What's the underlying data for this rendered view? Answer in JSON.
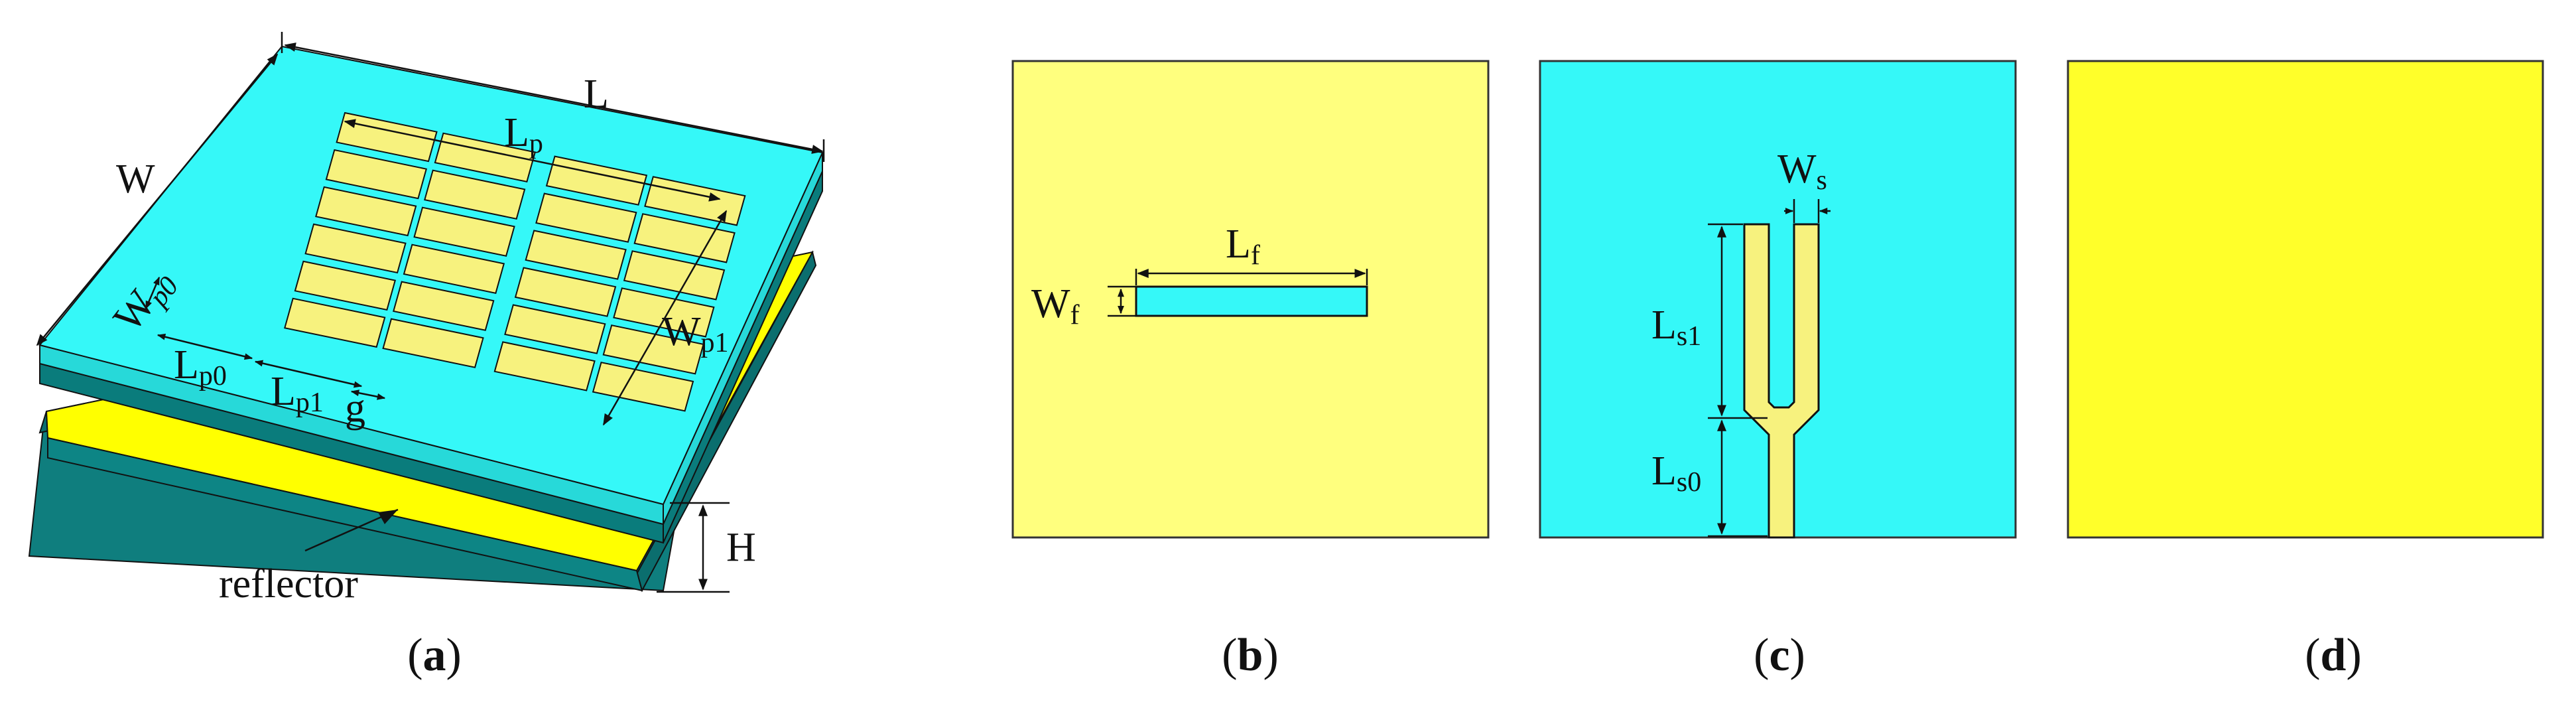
{
  "colors": {
    "cyan": "#35F8F8",
    "cyan_dark": "#0A8E8E",
    "teal_side": "#127A79",
    "yellow_light": "#FFFF7E",
    "yellow": "#FFFF2A",
    "patch": "#F7F27E",
    "ink": "#111111"
  },
  "panel_a": {
    "labels": {
      "L": "L",
      "W": "W",
      "Lp_main": "L",
      "Lp_sub": "p",
      "Wp0_main": "W",
      "Wp0_sub": "p0",
      "Wp1_main": "W",
      "Wp1_sub": "p1",
      "Lp0_main": "L",
      "Lp0_sub": "p0",
      "Lp1_main": "L",
      "Lp1_sub": "p1",
      "g": "g",
      "H": "H",
      "reflector": "reflector"
    },
    "caption": {
      "open": "(",
      "letter": "a",
      "close": ")"
    }
  },
  "panel_b": {
    "labels": {
      "Lf_main": "L",
      "Lf_sub": "f",
      "Wf_main": "W",
      "Wf_sub": "f"
    },
    "caption": {
      "open": "(",
      "letter": "b",
      "close": ")"
    }
  },
  "panel_c": {
    "labels": {
      "Ws_main": "W",
      "Ws_sub": "s",
      "Ls1_main": "L",
      "Ls1_sub": "s1",
      "Ls0_main": "L",
      "Ls0_sub": "s0"
    },
    "caption": {
      "open": "(",
      "letter": "c",
      "close": ")"
    }
  },
  "panel_d": {
    "caption": {
      "open": "(",
      "letter": "d",
      "close": ")"
    }
  }
}
